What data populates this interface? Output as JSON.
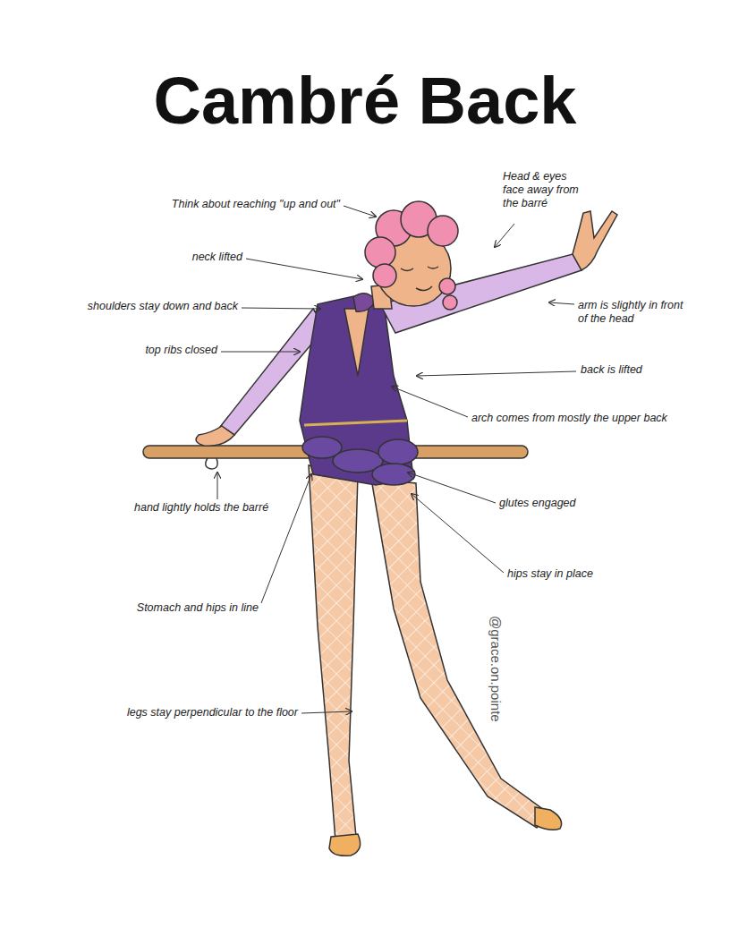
{
  "diagram": {
    "title": "Cambré Back",
    "labels": [
      "Think about reaching \"up and out\"",
      "Head & eyes face away from the barré",
      "neck lifted",
      "shoulders stay down and back",
      "arm is slightly in front of the head",
      "top ribs closed",
      "back is lifted",
      "arch comes from mostly the upper back",
      "hand lightly holds the barré",
      "glutes engaged",
      "hips stay in place",
      "Stomach and hips in line",
      "legs stay perpendicular to the floor",
      "@grace.on.pointe"
    ]
  }
}
